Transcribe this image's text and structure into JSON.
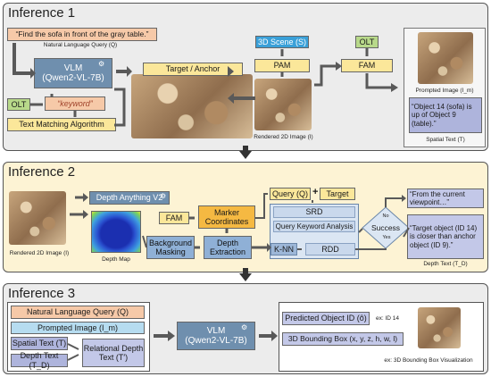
{
  "inference1": {
    "title": "Inference 1",
    "query_text": "“Find the sofa in front of the gray table.”",
    "query_caption": "Natural Language Query (Q)",
    "vlm_label": "VLM",
    "vlm_model": "(Qwen2-VL-7B)",
    "keyword": "“keyword”",
    "olt": "OLT",
    "text_matching": "Text Matching Algorithm",
    "target_anchor": "Target / Anchor",
    "scene_3d": "3D Scene (S)",
    "pam": "PAM",
    "rendered_caption": "Rendered 2D Image (I)",
    "olt2": "OLT",
    "fam": "FAM",
    "prompted_caption": "Prompted Image (I_m)",
    "spatial_text": "“Object 14 (sofa) is up of Object 9 (table).”",
    "spatial_caption": "Spatial Text (T)"
  },
  "inference2": {
    "title": "Inference 2",
    "rendered_caption": "Rendered 2D Image (I)",
    "depth_anything": "Depth Anything V2",
    "depth_map_caption": "Depth Map",
    "fam": "FAM",
    "marker_coords": "Marker Coordinates",
    "background_masking": "Background Masking",
    "depth_extraction": "Depth Extraction",
    "query_q": "Query (Q)",
    "target": "Target",
    "srd": "SRD",
    "qka": "Query Keyword Analysis",
    "knn": "K-NN",
    "rdd": "RDD",
    "success": "Success",
    "no": "No",
    "yes": "Yes",
    "out1": "“From the current viewpoint…”",
    "out2": "“Target object (ID 14) is closer than anchor object (ID 9).”",
    "depth_text_caption": "Depth Text (T_D)"
  },
  "inference3": {
    "title": "Inference 3",
    "nlq": "Natural Language Query (Q)",
    "prompted": "Prompted Image (I_m)",
    "spatial": "Spatial Text (T)",
    "depth_text": "Depth Text (T_D)",
    "relational": "Relational Depth Text (T′)",
    "vlm_label": "VLM",
    "vlm_model": "(Qwen2-VL-7B)",
    "pred_id": "Predicted Object ID (ô)",
    "pred_ex": "ex: ID 14",
    "bbox": "3D Bounding Box (x, y, z, h, w, l)",
    "bbox_ex": "ex: 3D Bounding Box Visualization"
  },
  "colors": {
    "panel1_bg": "#ececec",
    "panel2_bg": "#fdf3d4",
    "panel3_bg": "#ececec"
  }
}
